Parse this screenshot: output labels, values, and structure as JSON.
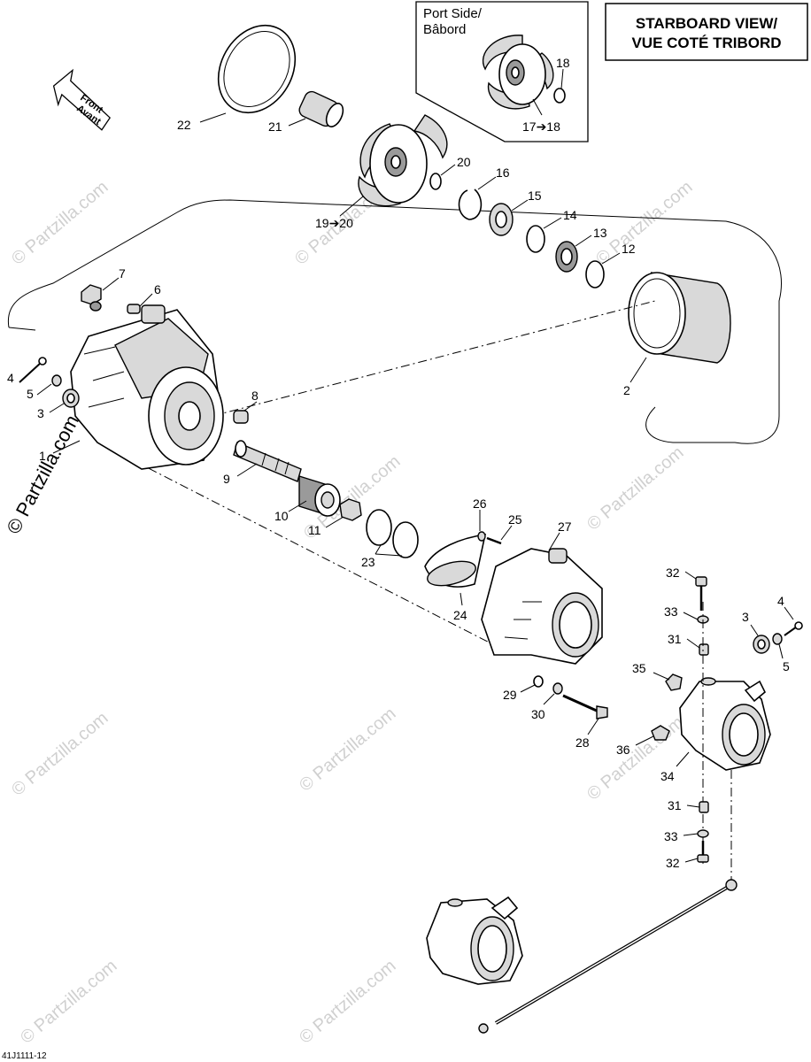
{
  "view_title": {
    "line1": "STARBOARD VIEW/",
    "line2": "VUE COTÉ TRIBORD"
  },
  "inset": {
    "label_line1": "Port Side/",
    "label_line2": "Bâbord",
    "callout_a": "18",
    "callout_b": "17➔18"
  },
  "front_arrow": {
    "line1": "Front",
    "line2": "Avant"
  },
  "watermark": {
    "text": "© Partzilla.com",
    "primary": "© Partzilla.com"
  },
  "document_id": "41J1111-12",
  "callouts": {
    "c1": "1",
    "c2": "2",
    "c3a": "3",
    "c3b": "3",
    "c4a": "4",
    "c4b": "4",
    "c5a": "5",
    "c5b": "5",
    "c6": "6",
    "c7": "7",
    "c8": "8",
    "c9": "9",
    "c10": "10",
    "c11": "11",
    "c12": "12",
    "c13": "13",
    "c14": "14",
    "c15": "15",
    "c16": "16",
    "c1920": "19➔20",
    "c20": "20",
    "c21": "21",
    "c22": "22",
    "c23": "23",
    "c24": "24",
    "c25": "25",
    "c26": "26",
    "c27": "27",
    "c28": "28",
    "c29": "29",
    "c30": "30",
    "c31a": "31",
    "c31b": "31",
    "c32a": "32",
    "c32b": "32",
    "c33a": "33",
    "c33b": "33",
    "c34": "34",
    "c35": "35",
    "c36": "36"
  }
}
